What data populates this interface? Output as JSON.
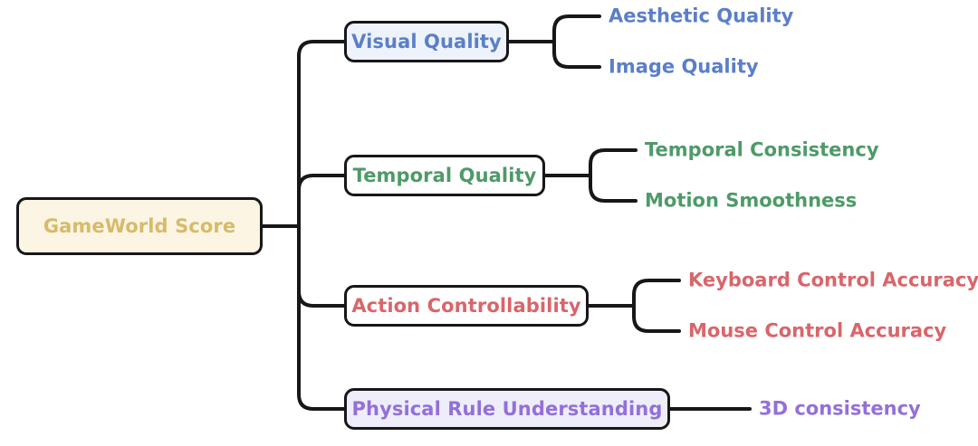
{
  "diagram": {
    "type": "mind-map-tree",
    "orientation": "left-to-right",
    "background": "#ffffff",
    "edge_color": "#17171a",
    "root": {
      "label": "GameWorld Score",
      "fill": "#FCF5E3",
      "text_color": "#D8BA6B",
      "border": "#17171a"
    },
    "branches": [
      {
        "label": "Visual Quality",
        "fill": "#EDF2FB",
        "text_color": "#5B7FC7",
        "border": "#17171a",
        "leaves": [
          {
            "label": "Aesthetic Quality",
            "text_color": "#5B7FC7"
          },
          {
            "label": "Image Quality",
            "text_color": "#5B7FC7"
          }
        ]
      },
      {
        "label": "Temporal Quality",
        "fill": "#FFFFFF",
        "text_color": "#4E9A68",
        "border": "#17171a",
        "leaves": [
          {
            "label": "Temporal Consistency",
            "text_color": "#4E9A68"
          },
          {
            "label": "Motion Smoothness",
            "text_color": "#4E9A68"
          }
        ]
      },
      {
        "label": "Action Controllability",
        "fill": "#FFFFFF",
        "text_color": "#D9656A",
        "border": "#17171a",
        "leaves": [
          {
            "label": "Keyboard Control Accuracy",
            "text_color": "#D9656A"
          },
          {
            "label": "Mouse Control Accuracy",
            "text_color": "#D9656A"
          }
        ]
      },
      {
        "label": "Physical Rule Understanding",
        "fill": "#EEEEFA",
        "text_color": "#9370D8",
        "border": "#17171a",
        "leaves": [
          {
            "label": "3D consistency",
            "text_color": "#9370D8"
          }
        ]
      }
    ]
  }
}
